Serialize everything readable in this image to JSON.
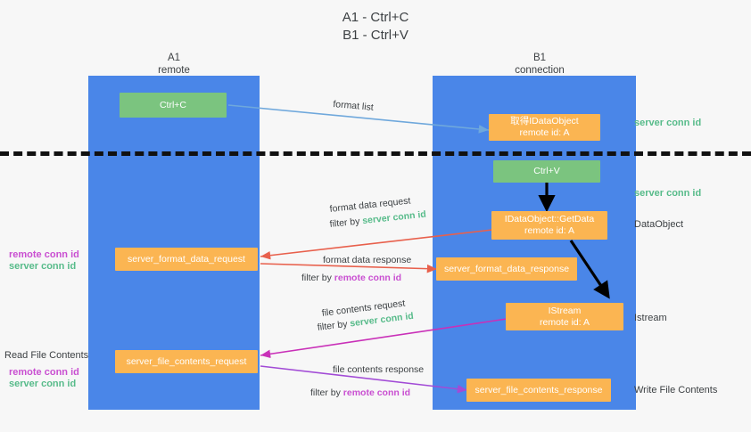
{
  "title": "A1 - Ctrl+C\nB1 - Ctrl+V",
  "colors": {
    "lane": "#4a86e8",
    "green_node": "#7bc47f",
    "orange_node": "#fbb552",
    "server_conn_id": "#57bb8a",
    "remote_conn_id": "#c94fd1",
    "divider": "#111111",
    "background": "#f7f7f7",
    "arrow_blue": "#6fa8dc",
    "arrow_red": "#e8604c",
    "arrow_magenta": "#c930b8",
    "arrow_purple": "#a24bd6",
    "arrow_black": "#000000"
  },
  "columns": [
    {
      "title": "A1",
      "subtitle": "remote"
    },
    {
      "title": "B1",
      "subtitle": "connection"
    }
  ],
  "nodes": [
    {
      "id": "ctrl-c",
      "line1": "Ctrl+C",
      "line2": "",
      "color": "green"
    },
    {
      "id": "idataobject",
      "line1": "取得IDataObject",
      "line2": "remote id: A",
      "color": "orange"
    },
    {
      "id": "ctrl-v",
      "line1": "Ctrl+V",
      "line2": "",
      "color": "green"
    },
    {
      "id": "idataobject-getdata",
      "line1": "IDataObject::GetData",
      "line2": "remote id: A",
      "color": "orange"
    },
    {
      "id": "server-format-data-request",
      "line1": "server_format_data_request",
      "line2": "",
      "color": "orange"
    },
    {
      "id": "server-format-data-response",
      "line1": "server_format_data_response",
      "line2": "",
      "color": "orange"
    },
    {
      "id": "istream",
      "line1": "IStream",
      "line2": "remote id: A",
      "color": "orange"
    },
    {
      "id": "server-file-contents-request",
      "line1": "server_file_contents_request",
      "line2": "",
      "color": "orange"
    },
    {
      "id": "server-file-contents-response",
      "line1": "server_file_contents_response",
      "line2": "",
      "color": "orange"
    }
  ],
  "edge_labels": {
    "format_list": "format list",
    "format_data_request": "format data request",
    "format_data_request_filter_prefix": "filter by ",
    "format_data_request_filter_value": "server conn id",
    "format_data_response": "format data response",
    "format_data_response_filter_prefix": "filter by ",
    "format_data_response_filter_value": "remote conn id",
    "file_contents_request": "file contents request",
    "file_contents_request_filter_prefix": "filter by ",
    "file_contents_request_filter_value": "server conn id",
    "file_contents_response": "file contents response",
    "file_contents_response_filter_prefix": "filter by ",
    "file_contents_response_filter_value": "remote conn id"
  },
  "right_labels": [
    {
      "id": "server-conn-id-top",
      "text": "server conn id",
      "style": "green"
    },
    {
      "id": "server-conn-id-second",
      "text": "server conn id",
      "style": "green"
    },
    {
      "id": "dataobject",
      "text": "DataObject",
      "style": "dark"
    },
    {
      "id": "istream-label",
      "text": "Istream",
      "style": "dark"
    },
    {
      "id": "write-file-contents",
      "text": "Write File Contents",
      "style": "dark"
    }
  ],
  "left_labels": {
    "mid_remote": "remote conn id",
    "mid_server": "server conn id",
    "read_file_contents": "Read File Contents",
    "bottom_remote": "remote conn id",
    "bottom_server": "server conn id"
  }
}
